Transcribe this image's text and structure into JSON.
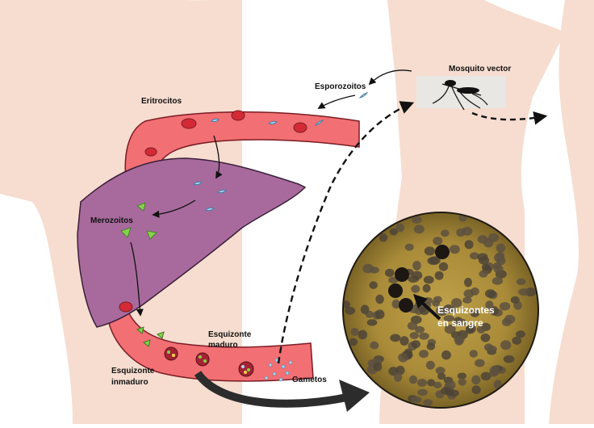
{
  "labels": {
    "mosquito": "Mosquito vector",
    "sporozoites": "Esporozoitos",
    "erythrocytes": "Eritrocitos",
    "merozoites": "Merozoitos",
    "mature_schizont_1": "Esquizonte",
    "mature_schizont_2": "maduro",
    "immature_schizont_1": "Esquizonte",
    "immature_schizont_2": "inmaduro",
    "gametes": "Gametos",
    "micro_1": "Esquizontes",
    "micro_2": "en sangre"
  },
  "colors": {
    "body": "#f6ddd0",
    "vessel": "#f26f73",
    "vessel_stroke": "#7a1c24",
    "liver": "#a86a9c",
    "liver_stroke": "#3b1f3a",
    "rbc": "#d42a36",
    "parasite": "#a9d6f3",
    "merozoite": "#86d24b",
    "micro_bg": "#b0923e"
  }
}
